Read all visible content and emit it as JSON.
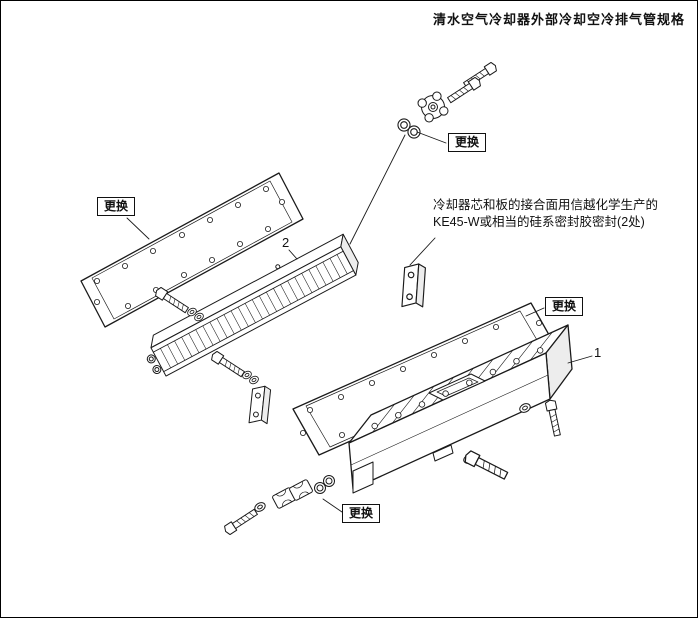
{
  "page": {
    "title": "清水空气冷却器外部冷却空冷排气管规格"
  },
  "labels": {
    "replace_top": "更换",
    "replace_left": "更换",
    "replace_right": "更换",
    "replace_bottom": "更换"
  },
  "annotation": {
    "line1": "冷却器芯和板的接合面用信越化学生产的",
    "line2": "KE45-W或相当的硅系密封胶密封(2处)"
  },
  "parts": {
    "housing": "1",
    "core": "2"
  },
  "colors": {
    "ink": "#1a1a1a",
    "paper": "#ffffff"
  }
}
